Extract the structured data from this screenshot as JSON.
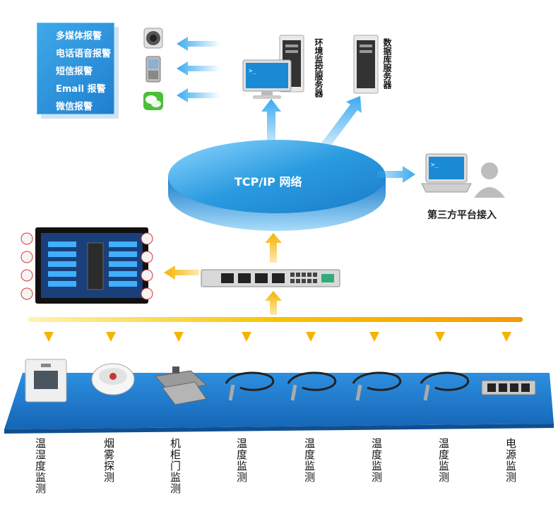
{
  "alarms": {
    "items": [
      "多媒体报警",
      "电话语音报警",
      "短信报警",
      "Email 报警",
      "微信报警"
    ]
  },
  "servers": {
    "env_server": "环境监控服务器",
    "db_server": "数据库服务器"
  },
  "network": {
    "label": "TCP/IP 网络"
  },
  "third_party": {
    "label": "第三方平台接入"
  },
  "sensors": [
    {
      "label": "温湿度监测",
      "icon": "humidity-sensor-icon"
    },
    {
      "label": "烟雾探测",
      "icon": "smoke-detector-icon"
    },
    {
      "label": "机柜门监测",
      "icon": "door-sensor-icon"
    },
    {
      "label": "温度监测",
      "icon": "temperature-probe-icon"
    },
    {
      "label": "温度监测",
      "icon": "temperature-probe-icon"
    },
    {
      "label": "温度监测",
      "icon": "temperature-probe-icon"
    },
    {
      "label": "温度监测",
      "icon": "temperature-probe-icon"
    },
    {
      "label": "电源监测",
      "icon": "pdu-icon"
    }
  ],
  "colors": {
    "alarm_blue": "#2a93dd",
    "network_blue": "#1e8fd6",
    "arrow_blue": "#4ab6f0",
    "arrow_yellow": "#f5b400",
    "base_blue": "#1976c8"
  }
}
